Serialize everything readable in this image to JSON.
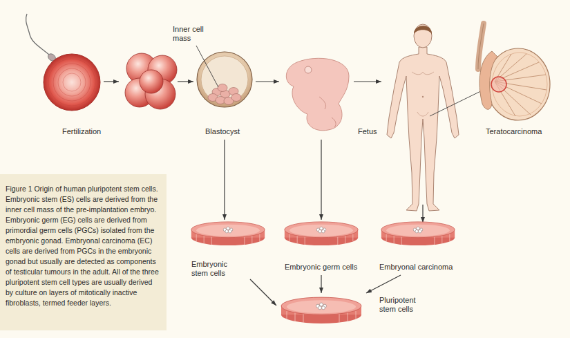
{
  "diagram": {
    "caption": "Figure 1 Origin of human pluripotent stem cells. Embryonic stem (ES) cells are derived from the inner cell mass of the pre-implantation embryo. Embryonic germ (EG) cells are derived from primordial germ cells (PGCs) isolated from the embryonic gonad. Embryonal carcinoma (EC) cells are derived from PGCs in the embryonic gonad but usually are detected as components of testicular tumours in the adult. All of the three pluripotent stem cell types are usually derived by culture on layers of mitotically inactive fibroblasts, termed feeder layers.",
    "nodes": [
      {
        "text": [
          "Fertilization"
        ]
      },
      {
        "text": [
          "Blastocyst"
        ]
      },
      {
        "text": [
          "Fetus"
        ]
      },
      {
        "text": [
          "Teratocarcinoma"
        ]
      },
      {
        "text": [
          "Embryonic stem cells"
        ]
      },
      {
        "text": [
          "Embryonic germ cells"
        ]
      },
      {
        "text": [
          "Embryonal carcinoma"
        ]
      },
      {
        "text": [
          "Pluripotent stem cells"
        ]
      }
    ],
    "edges": [
      {
        "from": 1,
        "to": 2,
        "arrow": "to"
      },
      {
        "from": 1,
        "to": 4,
        "arrow": "to"
      },
      {
        "from": 2,
        "to": 5,
        "arrow": "to"
      },
      {
        "from": 4,
        "to": 7,
        "arrow": "to"
      },
      {
        "from": 5,
        "to": 7,
        "arrow": "to"
      },
      {
        "from": 6,
        "to": 7,
        "arrow": "to"
      }
    ],
    "labels": [
      "Inner cell mass"
    ]
  }
}
